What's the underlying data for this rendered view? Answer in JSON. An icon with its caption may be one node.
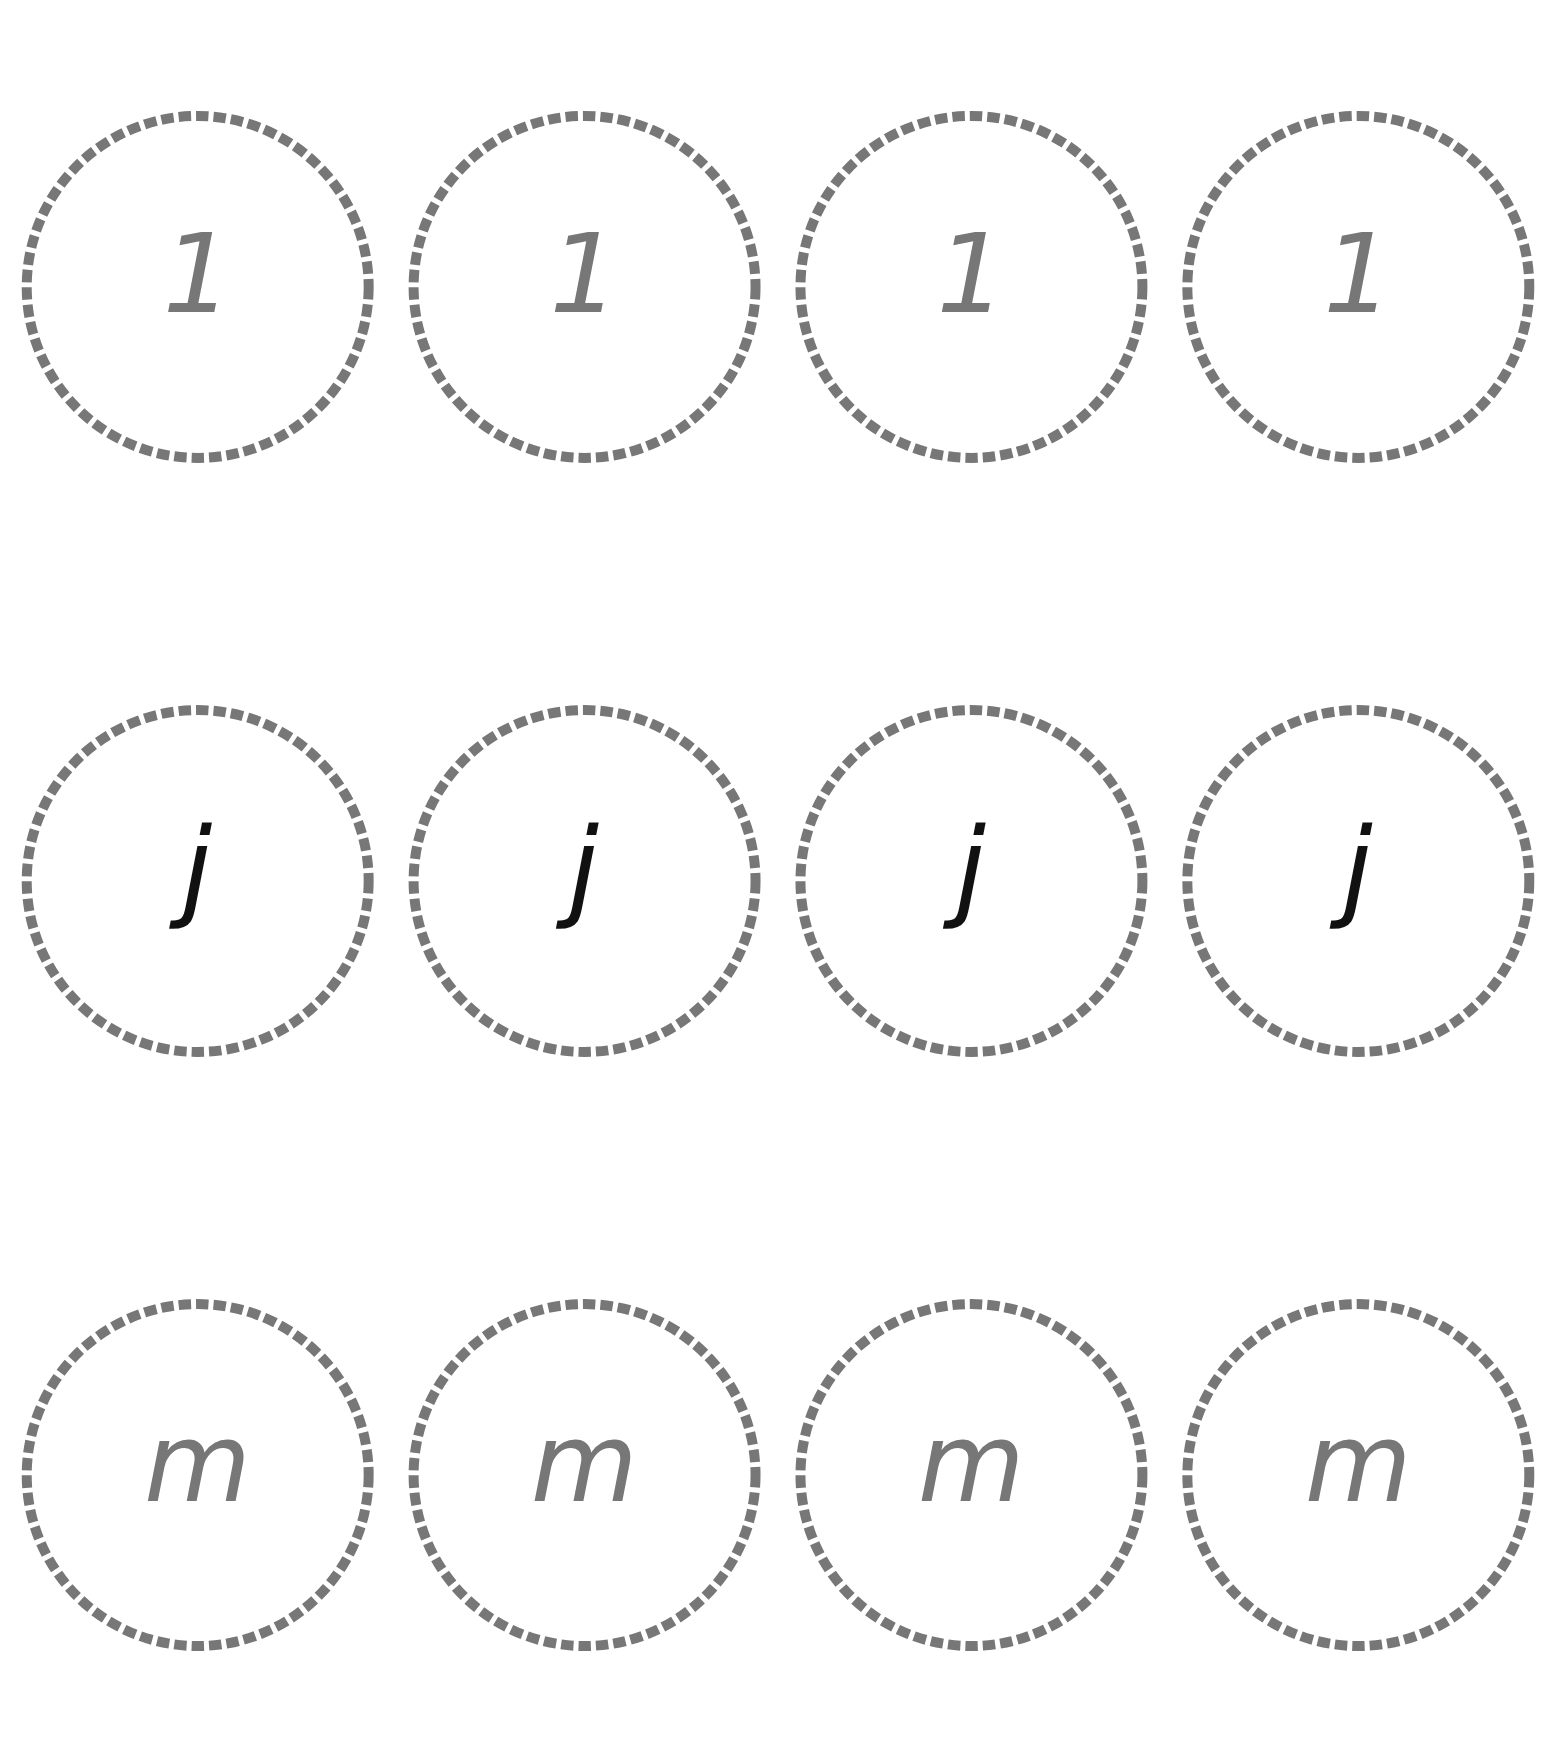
{
  "diagram": {
    "nodes": [
      {
        "text": [
          "1"
        ]
      },
      {
        "text": [
          "1"
        ]
      },
      {
        "text": [
          "1"
        ]
      },
      {
        "text": [
          "1"
        ]
      },
      {
        "text": [
          "j"
        ]
      },
      {
        "text": [
          "j"
        ]
      },
      {
        "text": [
          "j"
        ]
      },
      {
        "text": [
          "j"
        ]
      },
      {
        "text": [
          "m"
        ]
      },
      {
        "text": [
          "m"
        ]
      },
      {
        "text": [
          "m"
        ]
      },
      {
        "text": [
          "m"
        ]
      }
    ],
    "edges": []
  }
}
